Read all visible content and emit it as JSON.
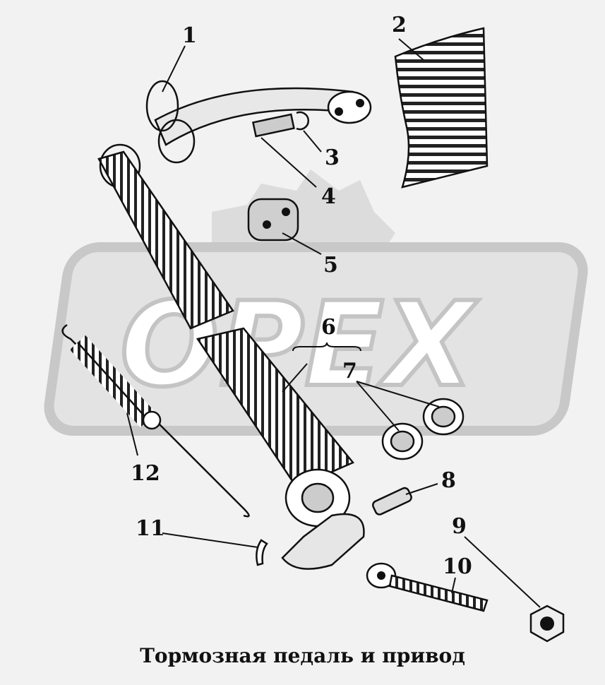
{
  "caption": "Тормозная педаль и привод",
  "watermark": {
    "text": "OPEX",
    "color": "#d8d8d8",
    "outline": "#c4c4c4"
  },
  "part_labels": [
    "1",
    "2",
    "3",
    "4",
    "5",
    "6",
    "7",
    "8",
    "9",
    "10",
    "11",
    "12"
  ],
  "colors": {
    "ink": "#111111",
    "metal_light": "#ffffff",
    "metal_shade": "#bdbdbd",
    "background": "#f2f2f2"
  }
}
